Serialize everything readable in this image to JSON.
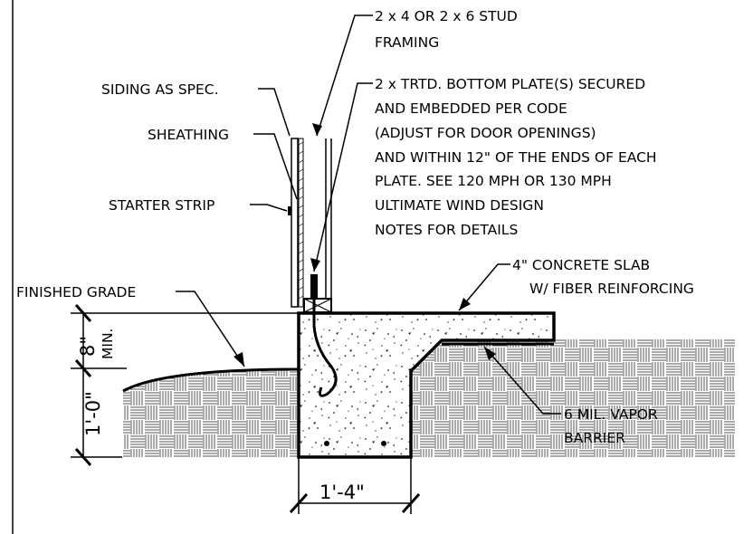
{
  "labels": {
    "stud_line1": "2 x 4 OR 2 x 6  STUD",
    "stud_line2": "FRAMING",
    "plate_line1": "2 x  TRTD. BOTTOM PLATE(S)  SECURED",
    "plate_line2": "AND EMBEDDED PER CODE",
    "plate_line3": "(ADJUST FOR DOOR OPENINGS)",
    "plate_line4": "AND WITHIN 12\" OF THE ENDS OF EACH",
    "plate_line5": "PLATE. SEE 120 MPH OR 130 MPH",
    "plate_line6": "ULTIMATE WIND DESIGN",
    "plate_line7": "NOTES FOR DETAILS",
    "siding": "SIDING AS SPEC.",
    "sheathing": "SHEATHING",
    "starter_strip": "STARTER STRIP",
    "finished_grade": "FINISHED GRADE",
    "slab_line1": "4\" CONCRETE SLAB",
    "slab_line2": "W/ FIBER REINFORCING",
    "vapor_line1": "6 MIL. VAPOR",
    "vapor_line2": "BARRIER"
  },
  "dimensions": {
    "min_height": "8\"",
    "min_label": "MIN.",
    "footing_depth": "1'-0\"",
    "footing_width": "1'-4\""
  }
}
